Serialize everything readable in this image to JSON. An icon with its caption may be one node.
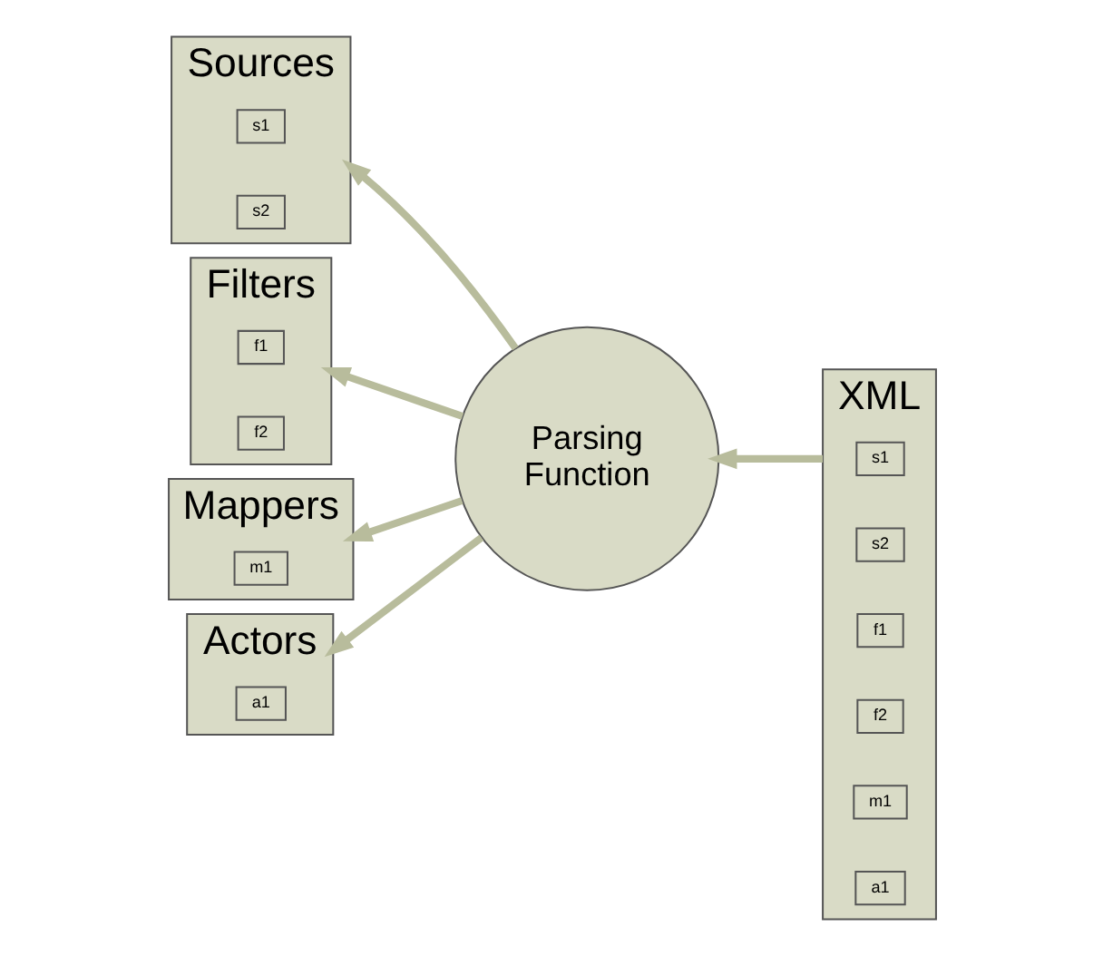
{
  "diagram": {
    "nodes": [
      {
        "text": [
          "Sources"
        ]
      },
      {
        "text": [
          "s1"
        ],
        "in": 0
      },
      {
        "text": [
          "s2"
        ],
        "in": 0
      },
      {
        "text": [
          "Filters"
        ]
      },
      {
        "text": [
          "f1"
        ],
        "in": 3
      },
      {
        "text": [
          "f2"
        ],
        "in": 3
      },
      {
        "text": [
          "Mappers"
        ]
      },
      {
        "text": [
          "m1"
        ],
        "in": 6
      },
      {
        "text": [
          "Actors"
        ]
      },
      {
        "text": [
          "a1"
        ],
        "in": 8
      },
      {
        "text": [
          "Parsing Function"
        ]
      },
      {
        "text": [
          "XML"
        ]
      },
      {
        "text": [
          "s1"
        ],
        "in": 11
      },
      {
        "text": [
          "s2"
        ],
        "in": 11
      },
      {
        "text": [
          "f1"
        ],
        "in": 11
      },
      {
        "text": [
          "f2"
        ],
        "in": 11
      },
      {
        "text": [
          "m1"
        ],
        "in": 11
      },
      {
        "text": [
          "a1"
        ],
        "in": 11
      }
    ],
    "edges": [
      {
        "from": 11,
        "to": 10,
        "arrow": "to"
      },
      {
        "from": 10,
        "to": 0,
        "arrow": "to"
      },
      {
        "from": 10,
        "to": 3,
        "arrow": "to"
      },
      {
        "from": 10,
        "to": 6,
        "arrow": "to"
      },
      {
        "from": 10,
        "to": 8,
        "arrow": "to"
      }
    ]
  }
}
